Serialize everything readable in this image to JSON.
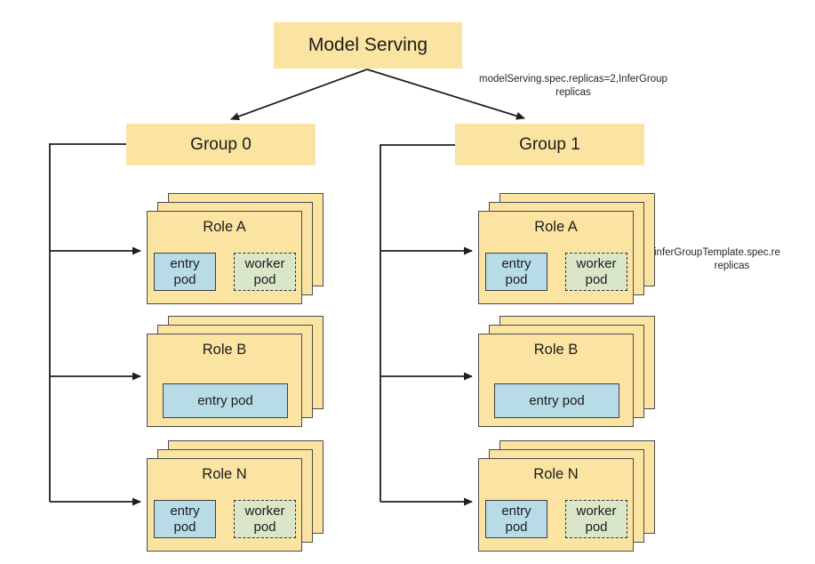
{
  "root": {
    "label": "Model Serving"
  },
  "annotations": {
    "root_to_groups": {
      "line1": "modelServing.spec.replicas=2,InferGroup",
      "line2": "replicas"
    },
    "role_replicas": {
      "line1": "inferGroupTemplate.spec.re",
      "line2": "replicas"
    }
  },
  "groups": [
    {
      "label": "Group 0",
      "roles": [
        {
          "title": "Role A",
          "pods": [
            {
              "label": "entry pod"
            },
            {
              "label": "worker pod"
            }
          ]
        },
        {
          "title": "Role B",
          "pods": [
            {
              "label": "entry pod"
            }
          ]
        },
        {
          "title": "Role N",
          "pods": [
            {
              "label": "entry pod"
            },
            {
              "label": "worker pod"
            }
          ]
        }
      ]
    },
    {
      "label": "Group 1",
      "roles": [
        {
          "title": "Role A",
          "pods": [
            {
              "label": "entry pod"
            },
            {
              "label": "worker pod"
            }
          ]
        },
        {
          "title": "Role B",
          "pods": [
            {
              "label": "entry pod"
            }
          ]
        },
        {
          "title": "Role N",
          "pods": [
            {
              "label": "entry pod"
            },
            {
              "label": "worker pod"
            }
          ]
        }
      ]
    }
  ],
  "colors": {
    "node_fill": "#fbe3a2",
    "entry_pod_fill": "#b7dce8",
    "worker_pod_fill": "#d9e6c8",
    "card_border": "#4c4c4c",
    "connector": "#1f1f1f"
  }
}
